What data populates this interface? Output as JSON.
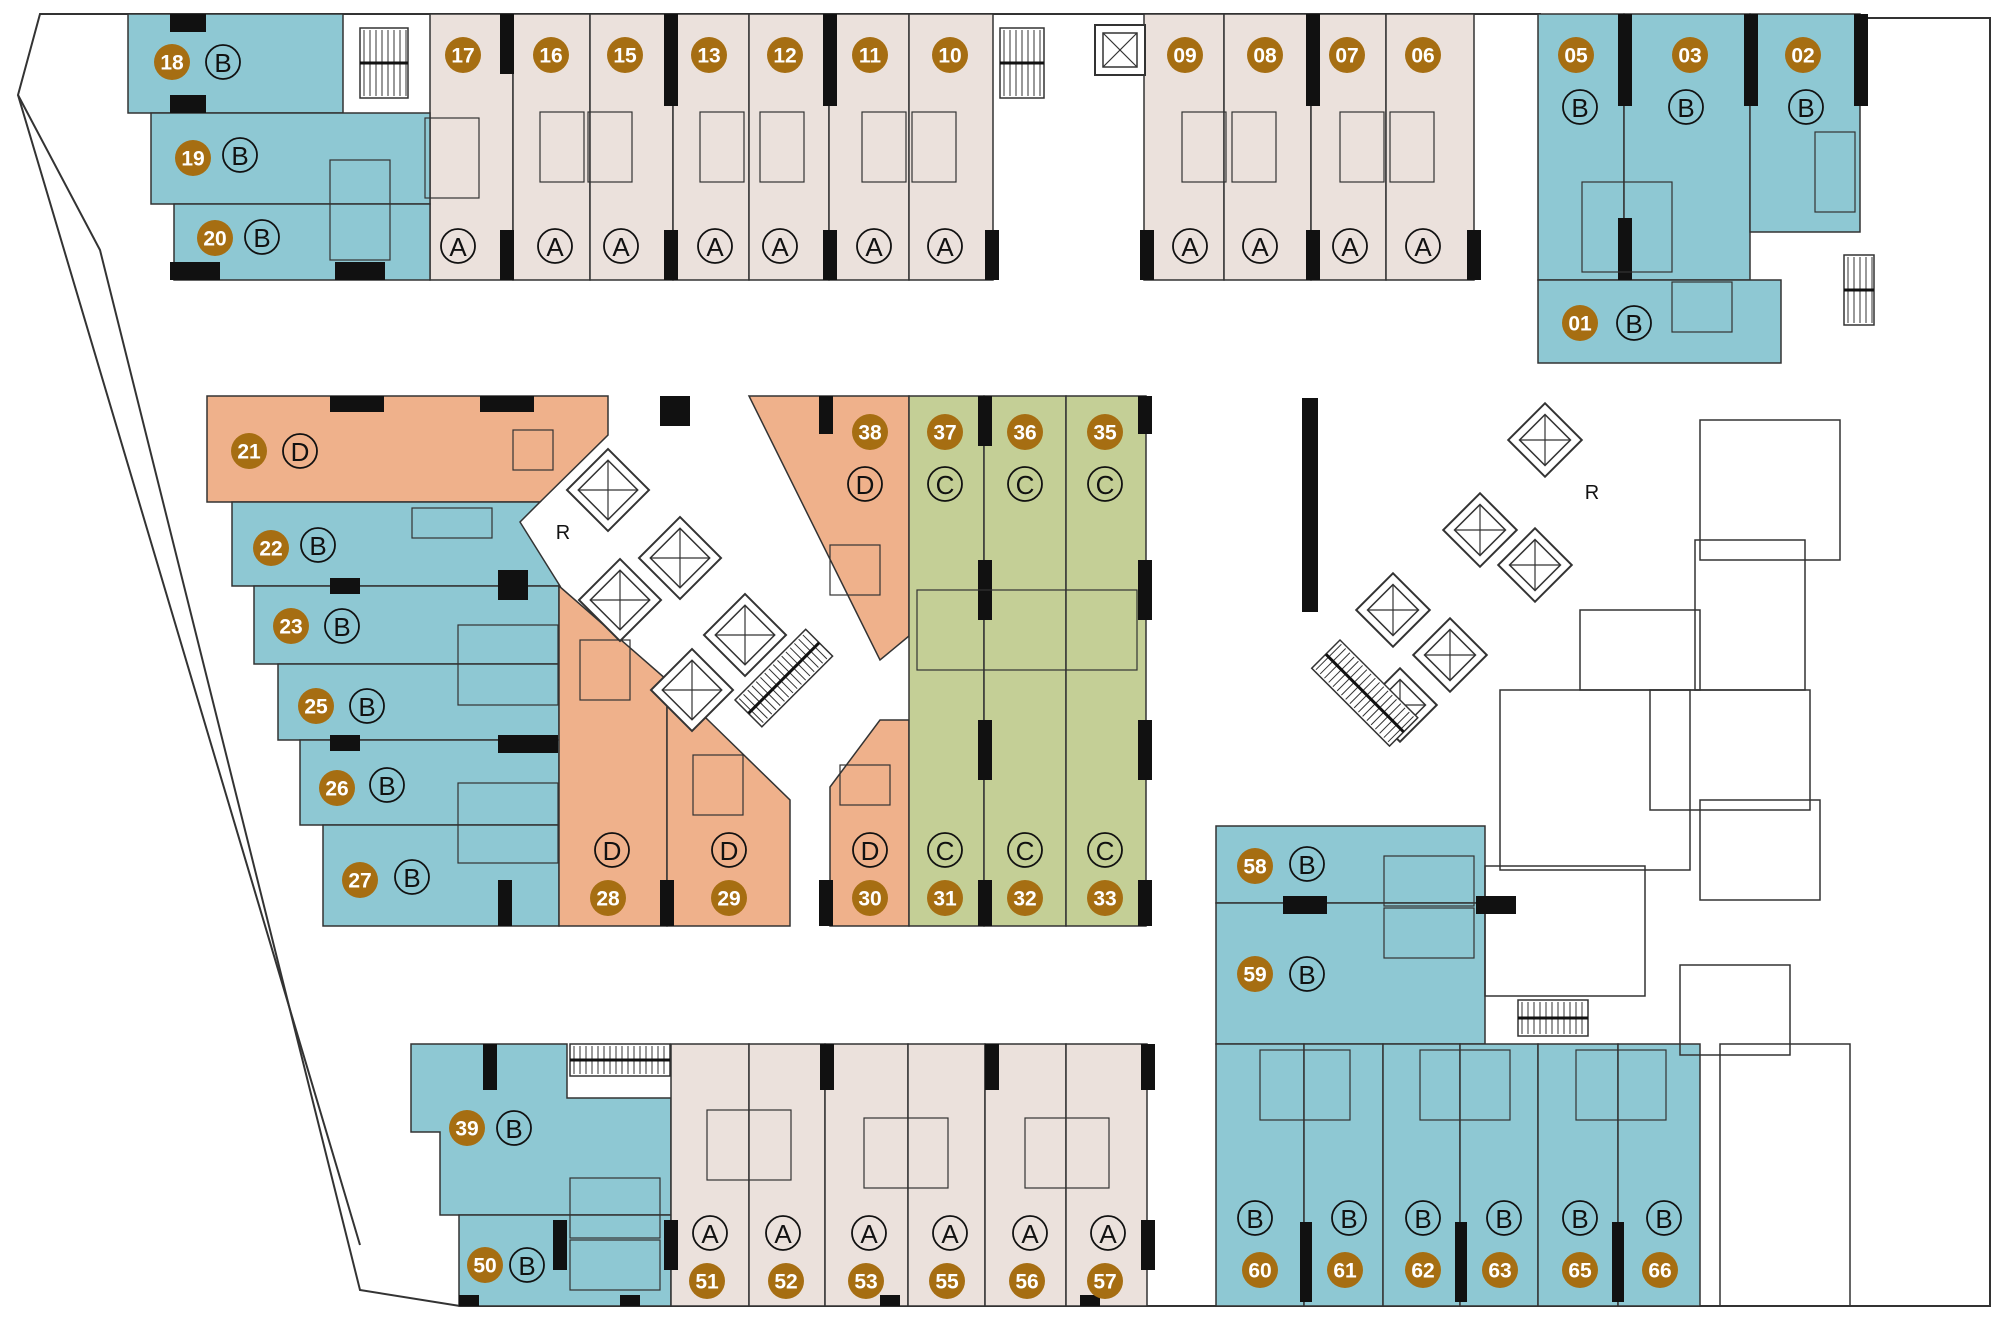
{
  "colors": {
    "type_A": "#ebe1dc",
    "type_B": "#8ec8d3",
    "type_C": "#c4cf96",
    "type_D": "#efb18b",
    "badge": "#a66e12",
    "wall": "#111111",
    "line": "#333333",
    "background": "#ffffff"
  },
  "lift_label": "R",
  "units": [
    {
      "id": "18",
      "type": "B"
    },
    {
      "id": "17",
      "type": "A"
    },
    {
      "id": "16",
      "type": "A"
    },
    {
      "id": "15",
      "type": "A"
    },
    {
      "id": "13",
      "type": "A"
    },
    {
      "id": "12",
      "type": "A"
    },
    {
      "id": "11",
      "type": "A"
    },
    {
      "id": "10",
      "type": "A"
    },
    {
      "id": "09",
      "type": "A"
    },
    {
      "id": "08",
      "type": "A"
    },
    {
      "id": "07",
      "type": "A"
    },
    {
      "id": "06",
      "type": "A"
    },
    {
      "id": "05",
      "type": "B"
    },
    {
      "id": "03",
      "type": "B"
    },
    {
      "id": "02",
      "type": "B"
    },
    {
      "id": "01",
      "type": "B"
    },
    {
      "id": "19",
      "type": "B"
    },
    {
      "id": "20",
      "type": "B"
    },
    {
      "id": "21",
      "type": "D"
    },
    {
      "id": "22",
      "type": "B"
    },
    {
      "id": "23",
      "type": "B"
    },
    {
      "id": "25",
      "type": "B"
    },
    {
      "id": "26",
      "type": "B"
    },
    {
      "id": "27",
      "type": "B"
    },
    {
      "id": "28",
      "type": "D"
    },
    {
      "id": "29",
      "type": "D"
    },
    {
      "id": "30",
      "type": "D"
    },
    {
      "id": "38",
      "type": "D"
    },
    {
      "id": "37",
      "type": "C"
    },
    {
      "id": "36",
      "type": "C"
    },
    {
      "id": "35",
      "type": "C"
    },
    {
      "id": "31",
      "type": "C"
    },
    {
      "id": "32",
      "type": "C"
    },
    {
      "id": "33",
      "type": "C"
    },
    {
      "id": "58",
      "type": "B"
    },
    {
      "id": "59",
      "type": "B"
    },
    {
      "id": "39",
      "type": "B"
    },
    {
      "id": "50",
      "type": "B"
    },
    {
      "id": "51",
      "type": "A"
    },
    {
      "id": "52",
      "type": "A"
    },
    {
      "id": "53",
      "type": "A"
    },
    {
      "id": "55",
      "type": "A"
    },
    {
      "id": "56",
      "type": "A"
    },
    {
      "id": "57",
      "type": "A"
    },
    {
      "id": "60",
      "type": "B"
    },
    {
      "id": "61",
      "type": "B"
    },
    {
      "id": "62",
      "type": "B"
    },
    {
      "id": "63",
      "type": "B"
    },
    {
      "id": "65",
      "type": "B"
    },
    {
      "id": "66",
      "type": "B"
    }
  ]
}
